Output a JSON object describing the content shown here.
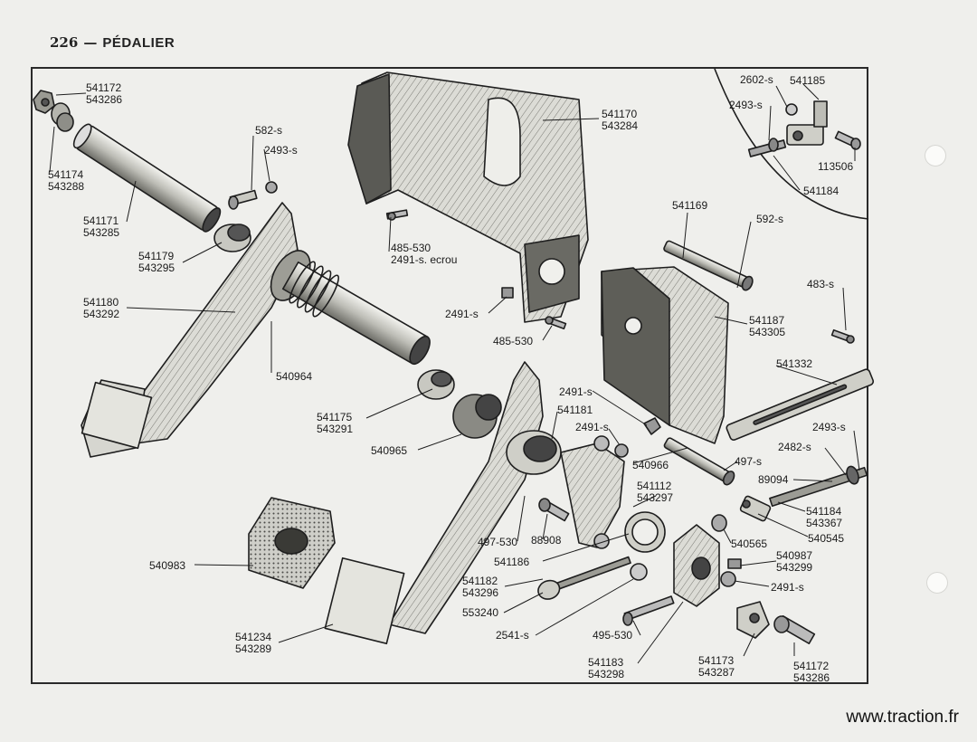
{
  "page": {
    "number": "226",
    "separator": "—",
    "title": "PÉDALIER"
  },
  "footer": {
    "url": "www.traction.fr"
  },
  "colors": {
    "ink": "#1e1e1e",
    "paper": "#efefec",
    "part_fill": "#d9d9d4"
  },
  "callouts": [
    {
      "id": "c01",
      "lines": [
        "541172",
        "543286"
      ]
    },
    {
      "id": "c02",
      "lines": [
        "541174",
        "543288"
      ]
    },
    {
      "id": "c03",
      "lines": [
        "541171",
        "543285"
      ]
    },
    {
      "id": "c04",
      "lines": [
        "541179",
        "543295"
      ]
    },
    {
      "id": "c05",
      "lines": [
        "541180",
        "543292"
      ]
    },
    {
      "id": "c06",
      "lines": [
        "582-s"
      ]
    },
    {
      "id": "c07",
      "lines": [
        "2493-s"
      ]
    },
    {
      "id": "c08",
      "lines": [
        "540964"
      ]
    },
    {
      "id": "c09",
      "lines": [
        "485-530",
        "2491-s. ecrou"
      ]
    },
    {
      "id": "c10",
      "lines": [
        "541170",
        "543284"
      ]
    },
    {
      "id": "c11",
      "lines": [
        "2491-s"
      ]
    },
    {
      "id": "c12",
      "lines": [
        "485-530"
      ]
    },
    {
      "id": "c13",
      "lines": [
        "2602-s"
      ]
    },
    {
      "id": "c14",
      "lines": [
        "541185"
      ]
    },
    {
      "id": "c15",
      "lines": [
        "2493-s"
      ]
    },
    {
      "id": "c16",
      "lines": [
        "113506"
      ]
    },
    {
      "id": "c17",
      "lines": [
        "541184"
      ]
    },
    {
      "id": "c18",
      "lines": [
        "541169"
      ]
    },
    {
      "id": "c19",
      "lines": [
        "592-s"
      ]
    },
    {
      "id": "c20",
      "lines": [
        "483-s"
      ]
    },
    {
      "id": "c21",
      "lines": [
        "541187",
        "543305"
      ]
    },
    {
      "id": "c22",
      "lines": [
        "541332"
      ]
    },
    {
      "id": "c23",
      "lines": [
        "541175",
        "543291"
      ]
    },
    {
      "id": "c24",
      "lines": [
        "540965"
      ]
    },
    {
      "id": "c25",
      "lines": [
        "2491-s"
      ]
    },
    {
      "id": "c26",
      "lines": [
        "541181"
      ]
    },
    {
      "id": "c27",
      "lines": [
        "2491-s"
      ]
    },
    {
      "id": "c28",
      "lines": [
        "540966"
      ]
    },
    {
      "id": "c29",
      "lines": [
        "497-s"
      ]
    },
    {
      "id": "c30",
      "lines": [
        "2493-s"
      ]
    },
    {
      "id": "c31",
      "lines": [
        "2482-s"
      ]
    },
    {
      "id": "c32",
      "lines": [
        "89094"
      ]
    },
    {
      "id": "c33",
      "lines": [
        "541112",
        "543297"
      ]
    },
    {
      "id": "c34",
      "lines": [
        "541184",
        "543367"
      ]
    },
    {
      "id": "c35",
      "lines": [
        "540545"
      ]
    },
    {
      "id": "c36",
      "lines": [
        "540565"
      ]
    },
    {
      "id": "c37",
      "lines": [
        "497-530"
      ]
    },
    {
      "id": "c38",
      "lines": [
        "88908"
      ]
    },
    {
      "id": "c39",
      "lines": [
        "541186"
      ]
    },
    {
      "id": "c40",
      "lines": [
        "540983"
      ]
    },
    {
      "id": "c41",
      "lines": [
        "541182",
        "543296"
      ]
    },
    {
      "id": "c42",
      "lines": [
        "553240"
      ]
    },
    {
      "id": "c43",
      "lines": [
        "540987",
        "543299"
      ]
    },
    {
      "id": "c44",
      "lines": [
        "2491-s"
      ]
    },
    {
      "id": "c45",
      "lines": [
        "2541-s"
      ]
    },
    {
      "id": "c46",
      "lines": [
        "495-530"
      ]
    },
    {
      "id": "c47",
      "lines": [
        "541234",
        "543289"
      ]
    },
    {
      "id": "c48",
      "lines": [
        "541183",
        "543298"
      ]
    },
    {
      "id": "c49",
      "lines": [
        "541173",
        "543287"
      ]
    },
    {
      "id": "c50",
      "lines": [
        "541172",
        "543286"
      ]
    }
  ]
}
